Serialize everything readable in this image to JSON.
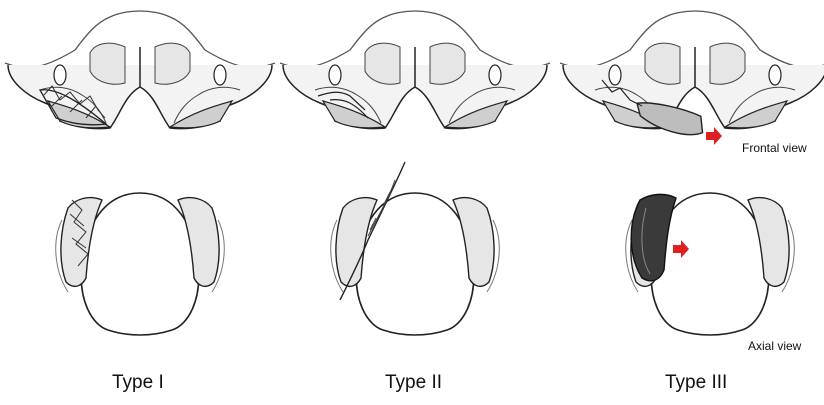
{
  "labels": {
    "frontal_view": "Frontal view",
    "axial_view": "Axial view"
  },
  "types": [
    {
      "label": "Type I"
    },
    {
      "label": "Type II"
    },
    {
      "label": "Type III"
    }
  ],
  "colors": {
    "line": "#222222",
    "fill_light": "#e6e6e6",
    "fill_shade": "#cfcfcf",
    "arrow": "#e02020"
  }
}
